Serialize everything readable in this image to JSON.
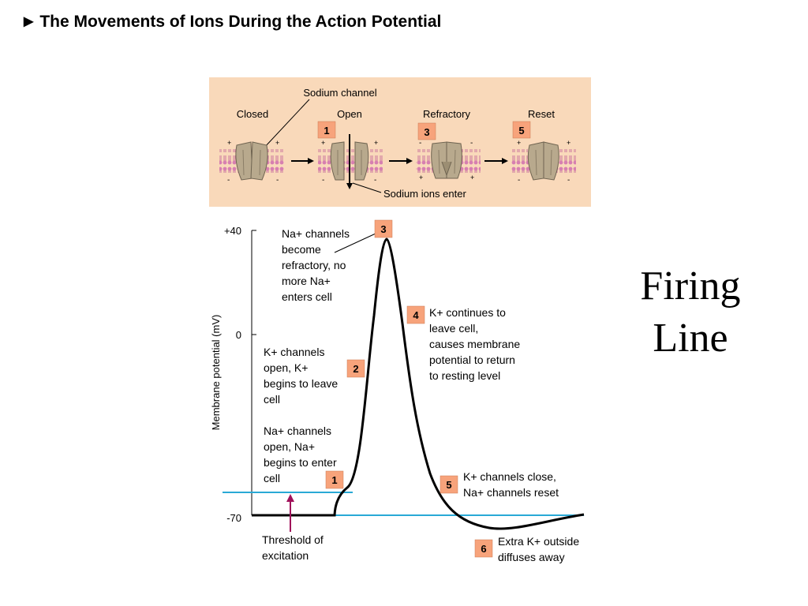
{
  "title": "The Movements of Ions During the Action Potential",
  "side_caption": {
    "line1": "Firing",
    "line2": "Line"
  },
  "channels_panel": {
    "background": "#f9d9ba",
    "callout_top": "Sodium channel",
    "callout_bottom": "Sodium ions enter",
    "states": [
      {
        "label": "Closed",
        "badge": ""
      },
      {
        "label": "Open",
        "badge": "1"
      },
      {
        "label": "Refractory",
        "badge": "3"
      },
      {
        "label": "Reset",
        "badge": "5"
      }
    ]
  },
  "graph": {
    "y_axis_label": "Membrane potential (mV)",
    "y_ticks": [
      "+40",
      "0",
      "-70"
    ],
    "threshold_label": [
      "Threshold of",
      "excitation"
    ],
    "colors": {
      "trace": "#000000",
      "reference_lines": "#29a9d6",
      "threshold_arrow": "#a0105a",
      "badge": "#f7a37b"
    },
    "annotations": [
      {
        "badge": "1",
        "lines": [
          "Na+ channels",
          "open, Na+",
          "begins to enter",
          "cell"
        ]
      },
      {
        "badge": "2",
        "lines": [
          "K+ channels",
          "open, K+",
          "begins to leave",
          "cell"
        ]
      },
      {
        "badge": "3",
        "lines": [
          "Na+ channels",
          "become",
          "refractory, no",
          "more Na+",
          "enters cell"
        ]
      },
      {
        "badge": "4",
        "lines": [
          "K+ continues to",
          "leave cell,",
          "causes membrane",
          "potential to return",
          "to resting level"
        ]
      },
      {
        "badge": "5",
        "lines": [
          "K+ channels close,",
          "Na+ channels reset"
        ]
      },
      {
        "badge": "6",
        "lines": [
          "Extra K+ outside",
          "diffuses away"
        ]
      }
    ]
  }
}
